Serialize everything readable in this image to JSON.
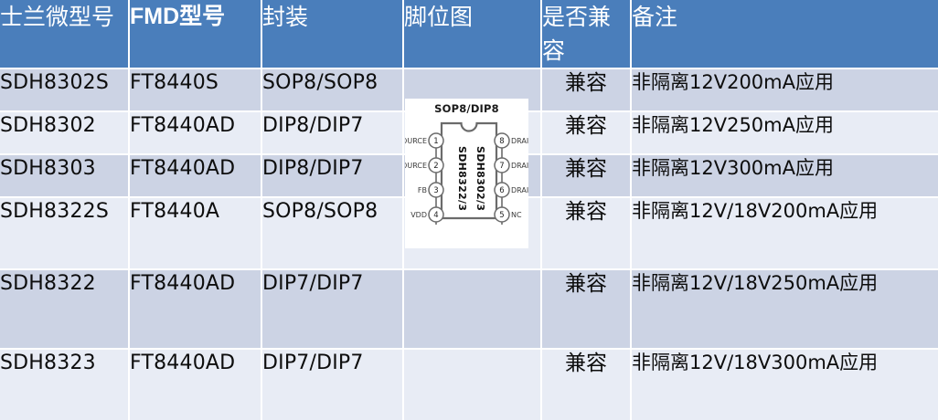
{
  "table": {
    "columns": [
      {
        "key": "model",
        "label": "士兰微型号",
        "latin": false
      },
      {
        "key": "fmd",
        "label": "FMD型号",
        "latin": true
      },
      {
        "key": "package",
        "label": "封装",
        "latin": false
      },
      {
        "key": "pinout",
        "label": "脚位图",
        "latin": false
      },
      {
        "key": "compat",
        "label": "是否兼容",
        "latin": false
      },
      {
        "key": "remark",
        "label": "备注",
        "latin": false
      }
    ],
    "rows": [
      {
        "model": "SDH8302S",
        "fmd": "FT8440S",
        "package": "SOP8/SOP8",
        "compat": "兼容",
        "remark": "非隔离12V200mA应用"
      },
      {
        "model": "SDH8302",
        "fmd": "FT8440AD",
        "package": "DIP8/DIP7",
        "compat": "兼容",
        "remark": "非隔离12V250mA应用"
      },
      {
        "model": "SDH8303",
        "fmd": "FT8440AD",
        "package": "DIP8/DIP7",
        "compat": "兼容",
        "remark": "非隔离12V300mA应用"
      },
      {
        "model": "SDH8322S",
        "fmd": "FT8440A",
        "package": "SOP8/SOP8",
        "compat": "兼容",
        "remark": "非隔离12V/18V200mA应用"
      },
      {
        "model": "SDH8322",
        "fmd": "FT8440AD",
        "package": "DIP7/DIP7",
        "compat": "兼容",
        "remark": "非隔离12V/18V250mA应用"
      },
      {
        "model": "SDH8323",
        "fmd": "FT8440AD",
        "package": "DIP7/DIP7",
        "compat": "兼容",
        "remark": "非隔离12V/18V300mA应用"
      }
    ],
    "colors": {
      "header_background": "#4a7ebb",
      "header_text": "#ffffff",
      "row_dark": "#ccd3e4",
      "row_light": "#e8ecf5",
      "body_text": "#0d0d0d",
      "page_background": "#ffffff"
    }
  },
  "pin_diagram": {
    "title": "SOP8/DIP8",
    "body_label_left": "SDH8322/3",
    "body_label_right": "SDH8302/3",
    "pins_left": [
      {
        "number": "1",
        "label": "SOURCE"
      },
      {
        "number": "2",
        "label": "SOURCE"
      },
      {
        "number": "3",
        "label": "FB"
      },
      {
        "number": "4",
        "label": "VDD"
      }
    ],
    "pins_right": [
      {
        "number": "8",
        "label": "DRAIN"
      },
      {
        "number": "7",
        "label": "DRAIN"
      },
      {
        "number": "6",
        "label": "DRAIN"
      },
      {
        "number": "5",
        "label": "NC"
      }
    ]
  }
}
